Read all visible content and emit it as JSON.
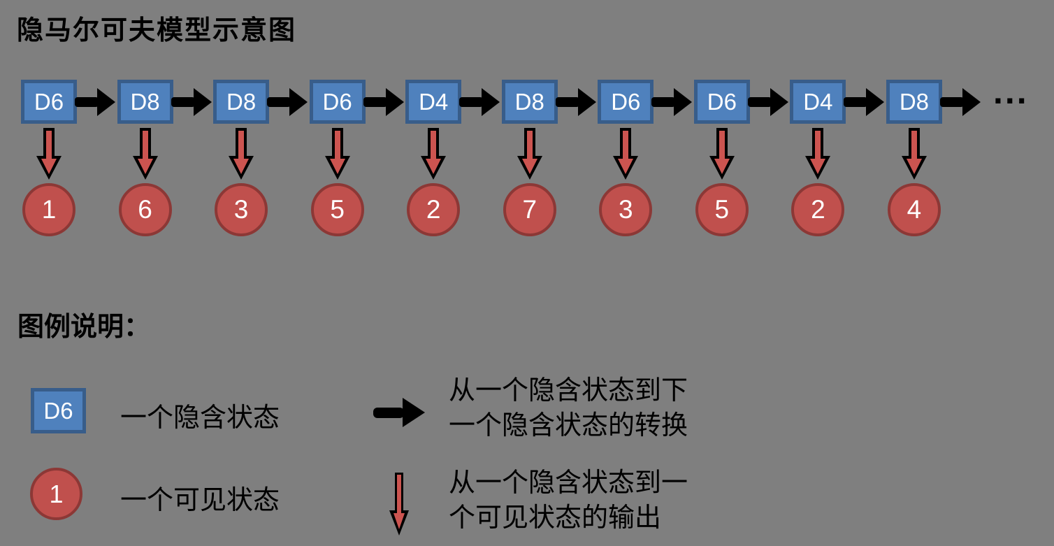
{
  "title": "隐马尔可夫模型示意图",
  "ellipsis": "...",
  "colors": {
    "background": "#7F7F7F",
    "hidden_box_fill": "#4F81BD",
    "hidden_box_border": "#385D8A",
    "visible_circle_fill": "#C0504D",
    "visible_circle_border": "#8C3836",
    "transition_arrow": "#000000",
    "emission_arrow_fill": "#CC5450",
    "emission_arrow_outline": "#000000",
    "text_on_shapes": "#FFFFFF",
    "text": "#000000"
  },
  "chain": {
    "nodes": [
      {
        "hidden": "D6",
        "visible": "1"
      },
      {
        "hidden": "D8",
        "visible": "6"
      },
      {
        "hidden": "D8",
        "visible": "3"
      },
      {
        "hidden": "D6",
        "visible": "5"
      },
      {
        "hidden": "D4",
        "visible": "2"
      },
      {
        "hidden": "D8",
        "visible": "7"
      },
      {
        "hidden": "D6",
        "visible": "3"
      },
      {
        "hidden": "D6",
        "visible": "5"
      },
      {
        "hidden": "D4",
        "visible": "2"
      },
      {
        "hidden": "D8",
        "visible": "4"
      }
    ]
  },
  "legend": {
    "heading": "图例说明：",
    "hidden_state": {
      "symbol": "D6",
      "label": "一个隐含状态"
    },
    "visible_state": {
      "symbol": "1",
      "label": "一个可见状态"
    },
    "transition": {
      "line1": "从一个隐含状态到下",
      "line2": "一个隐含状态的转换"
    },
    "emission": {
      "line1": "从一个隐含状态到一",
      "line2": "个可见状态的输出"
    }
  }
}
